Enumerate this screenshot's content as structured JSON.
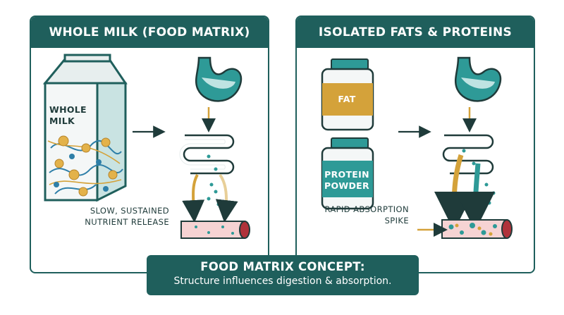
{
  "left_panel": {
    "title": "WHOLE MILK (FOOD MATRIX)",
    "carton_label": "WHOLE MILK",
    "release_label": "SLOW, SUSTAINED NUTRIENT RELEASE"
  },
  "right_panel": {
    "title": "ISOLATED FATS & PROTEINS",
    "fat_jar_label": "FAT",
    "protein_jar_label": "PROTEIN POWDER",
    "absorption_label": "RAPID ABSORPTION SPIKE"
  },
  "concept": {
    "title": "FOOD MATRIX CONCEPT:",
    "subtitle": "Structure influences digestion & absorption."
  },
  "colors": {
    "teal_dark": "#1f5f5c",
    "teal": "#2e9a97",
    "gold": "#d4a23a",
    "pink": "#f6d3d3",
    "red": "#b0323a"
  }
}
